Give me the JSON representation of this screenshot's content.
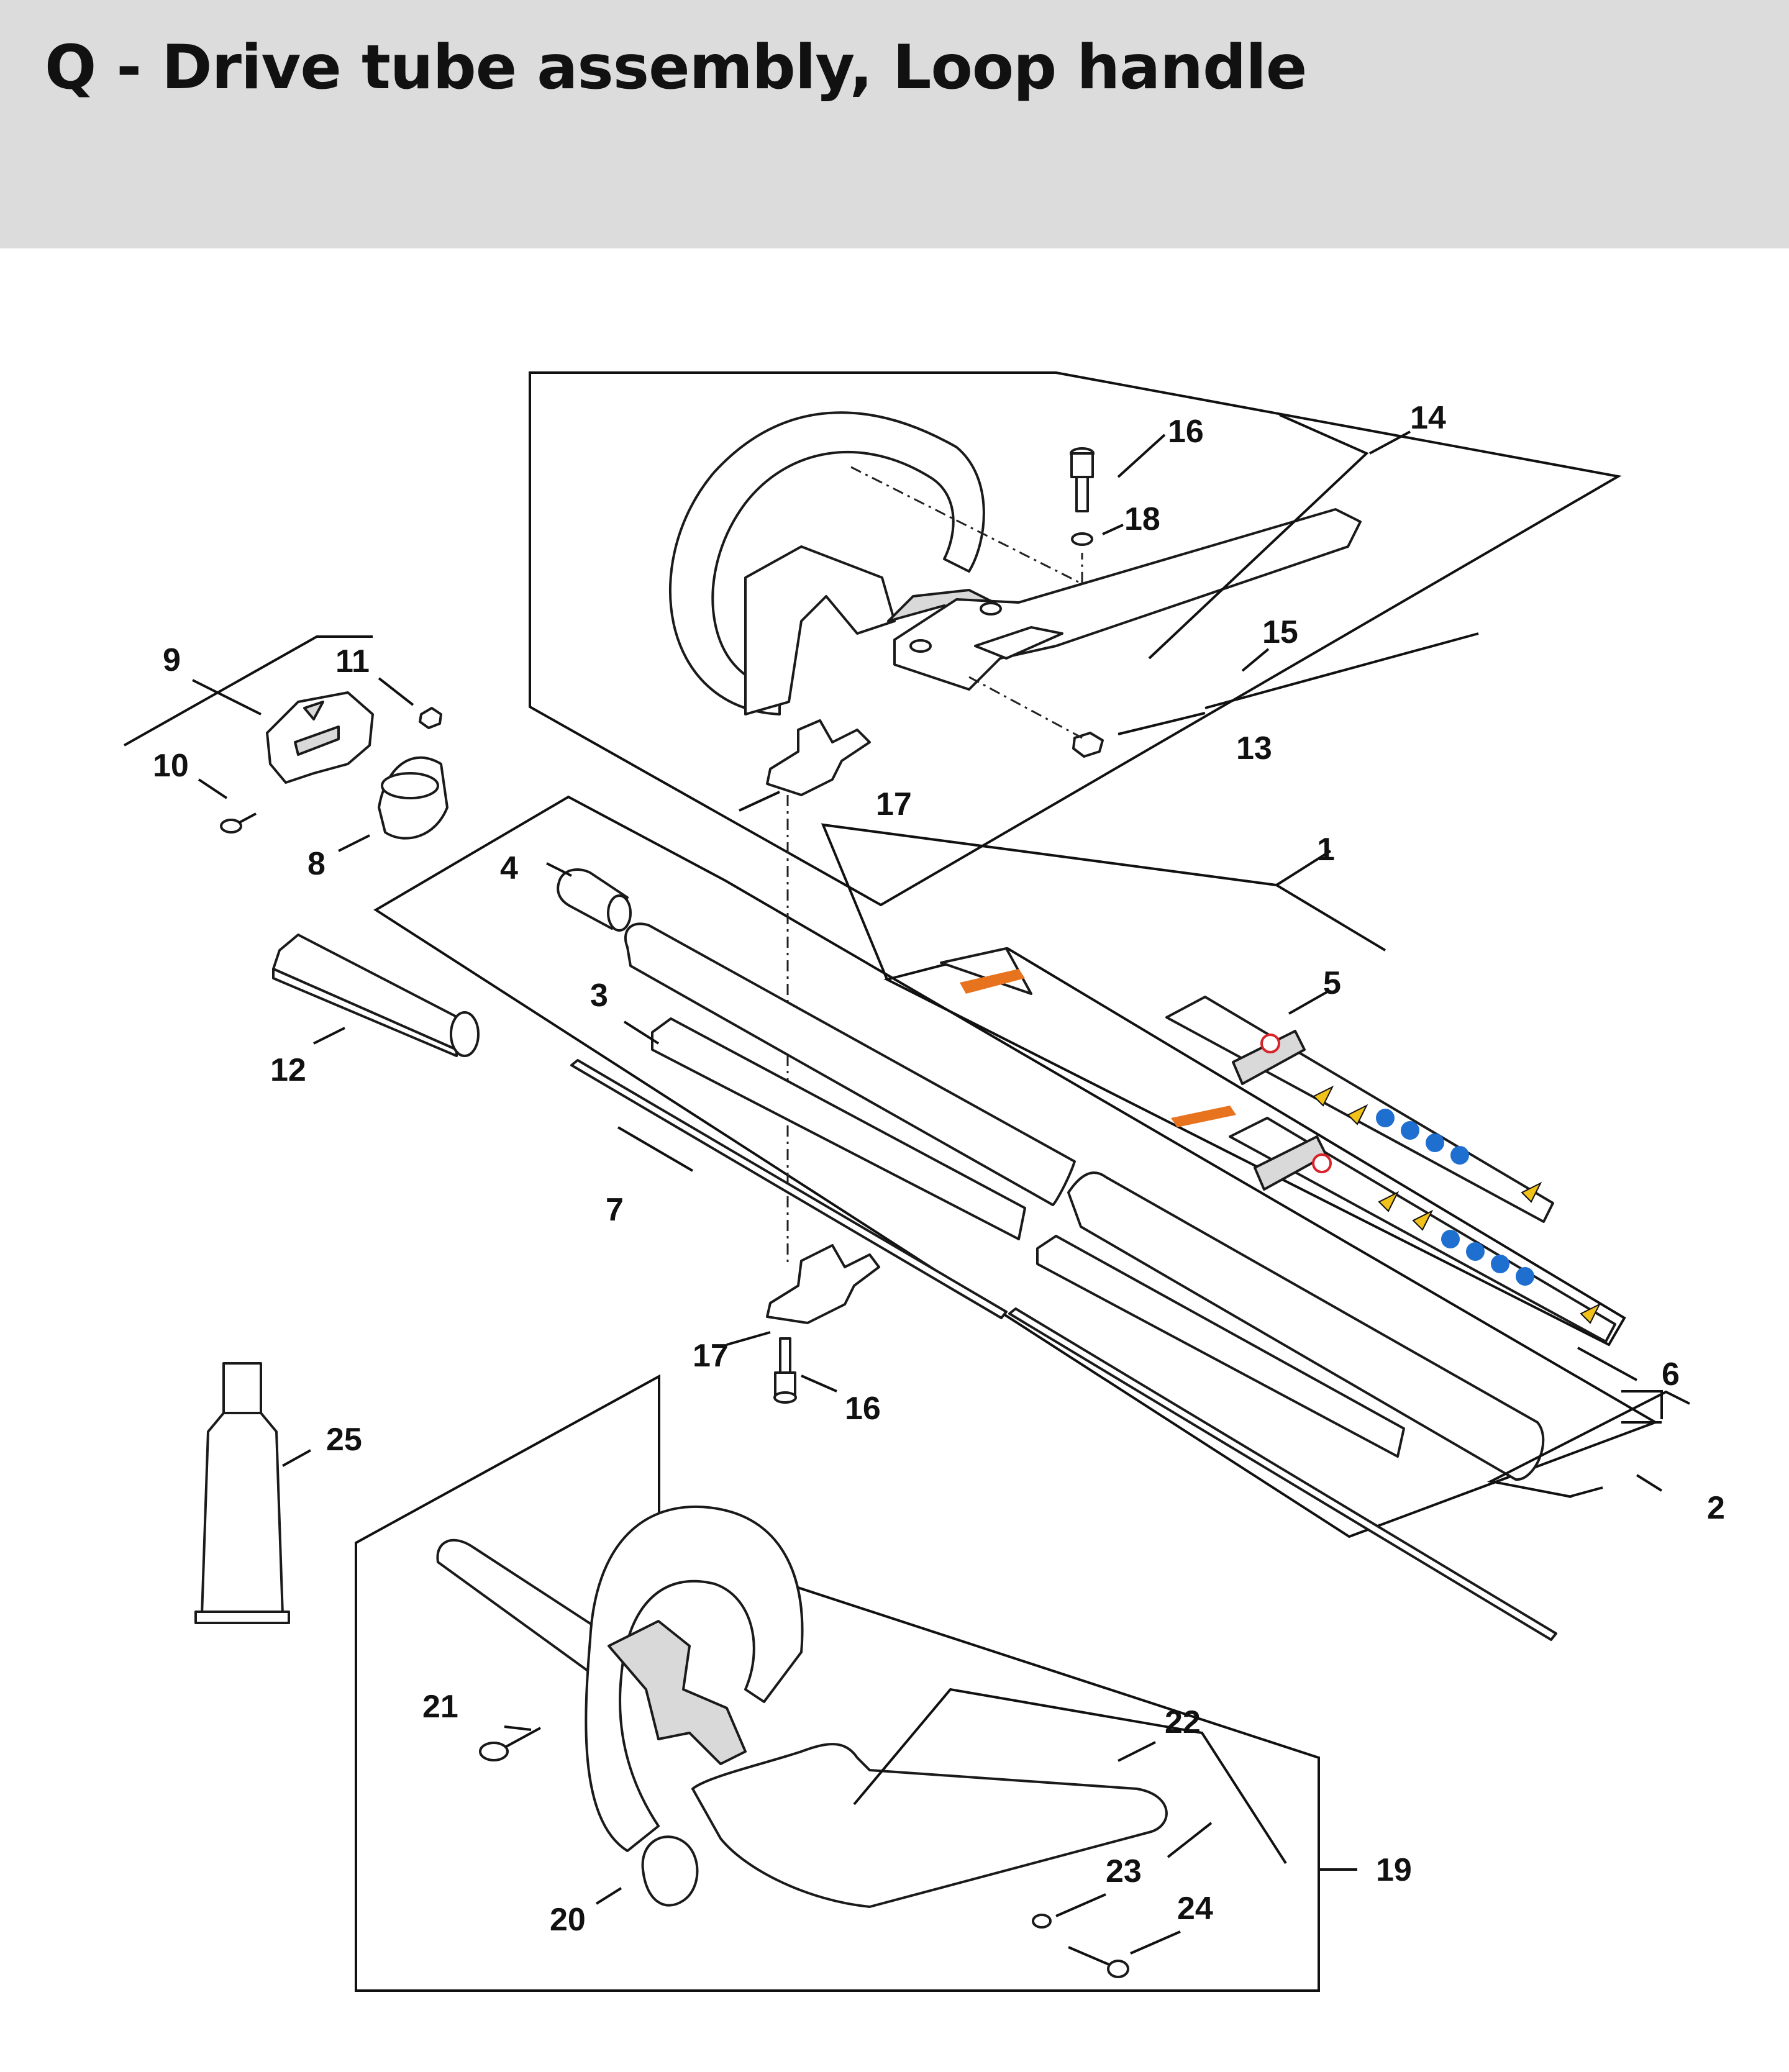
{
  "title": "Q - Drive tube assembly, Loop handle",
  "callouts": [
    "1",
    "2",
    "3",
    "4",
    "5",
    "6",
    "7",
    "8",
    "9",
    "10",
    "11",
    "12",
    "13",
    "14",
    "15",
    "16",
    "16",
    "17",
    "17",
    "18",
    "19",
    "20",
    "21",
    "22",
    "23",
    "24",
    "25"
  ],
  "labels": {
    "l1": "1",
    "l2": "2",
    "l3": "3",
    "l4": "4",
    "l5": "5",
    "l6": "6",
    "l7": "7",
    "l8": "8",
    "l9": "9",
    "l10": "10",
    "l11": "11",
    "l12": "12",
    "l13": "13",
    "l14": "14",
    "l15": "15",
    "l16a": "16",
    "l16b": "16",
    "l17a": "17",
    "l17b": "17",
    "l18": "18",
    "l19": "19",
    "l20": "20",
    "l21": "21",
    "l22": "22",
    "l23": "23",
    "l24": "24",
    "l25": "25"
  },
  "colors": {
    "header_bg": "#dcdcdc",
    "warning_orange": "#e8731e",
    "warning_yellow": "#f2c21b",
    "mandatory_blue": "#1f6fd1",
    "prohibit_red": "#d8232a"
  },
  "icons": [
    "stihl-logo-icon",
    "warning-triangle-icon",
    "ppe-mandatory-icon",
    "prohibition-icon"
  ]
}
